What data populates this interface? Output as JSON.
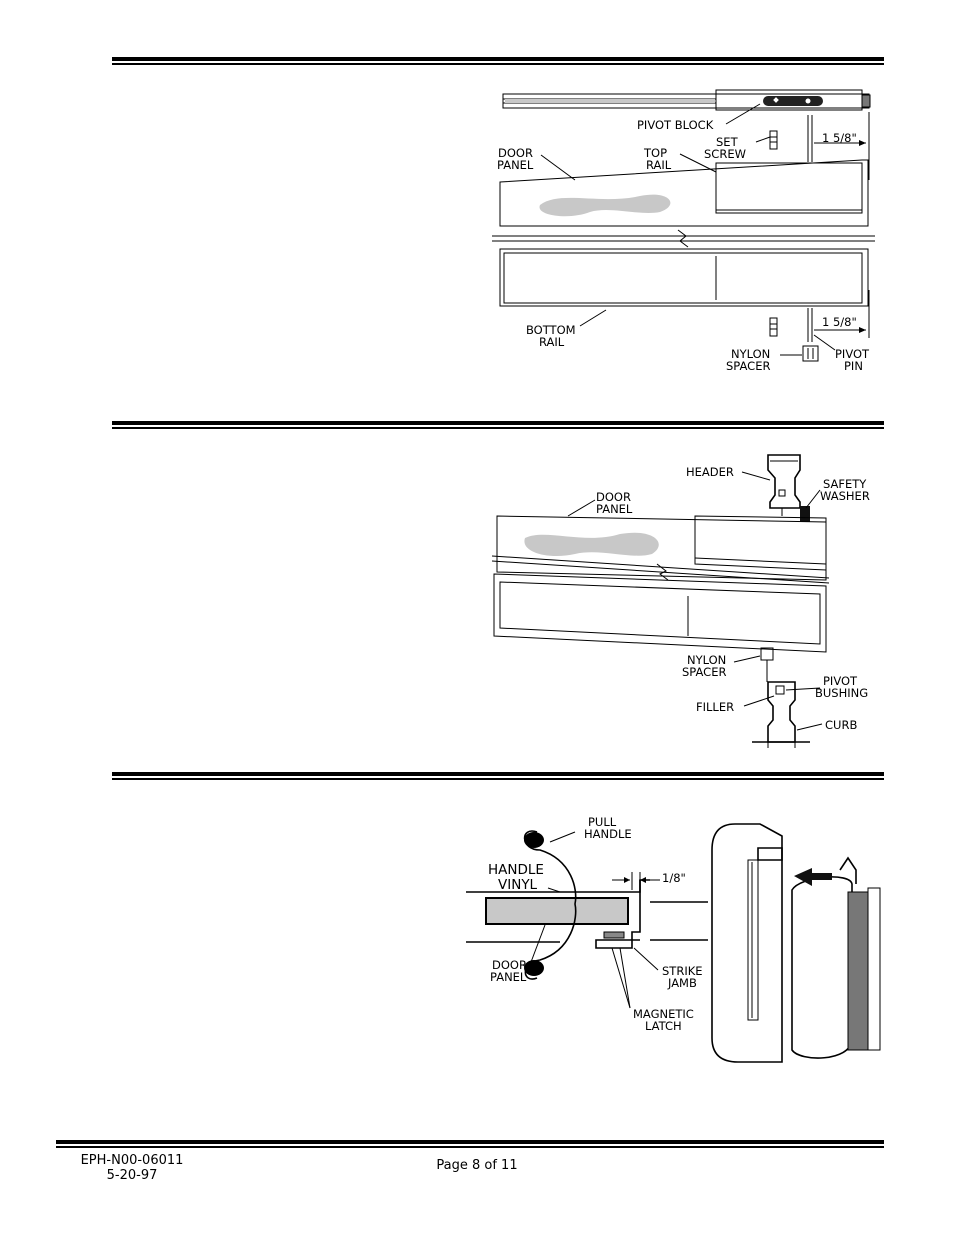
{
  "figure1": {
    "pivot_block": "PIVOT BLOCK",
    "set_screw": [
      "SET",
      "SCREW"
    ],
    "door_panel": [
      "DOOR",
      "PANEL"
    ],
    "top_rail": [
      "TOP",
      "RAIL"
    ],
    "dim_top": "1 5/8\"",
    "bottom_rail": [
      "BOTTOM",
      "RAIL"
    ],
    "dim_bottom": "1 5/8\"",
    "nylon_spacer": [
      "NYLON",
      "SPACER"
    ],
    "pivot_pin": [
      "PIVOT",
      "PIN"
    ]
  },
  "figure2": {
    "header": "HEADER",
    "safety_washer": [
      "SAFETY",
      "WASHER"
    ],
    "door_panel": [
      "DOOR",
      "PANEL"
    ],
    "nylon_spacer": [
      "NYLON",
      "SPACER"
    ],
    "pivot_bushing": [
      "PIVOT",
      "BUSHING"
    ],
    "filler": "FILLER",
    "curb": "CURB"
  },
  "figure3": {
    "pull_handle": [
      "PULL",
      "HANDLE"
    ],
    "handle_vinyl": [
      "HANDLE",
      "VINYL"
    ],
    "dim": "1/8\"",
    "door_panel": [
      "DOOR",
      "PANEL"
    ],
    "strike_jamb": [
      "STRIKE",
      "JAMB"
    ],
    "magnetic_latch": [
      "MAGNETIC",
      "LATCH"
    ]
  },
  "footer": {
    "doc_number": "EPH-N00-06011",
    "date": "5-20-97",
    "page": "Page 8 of 11"
  }
}
